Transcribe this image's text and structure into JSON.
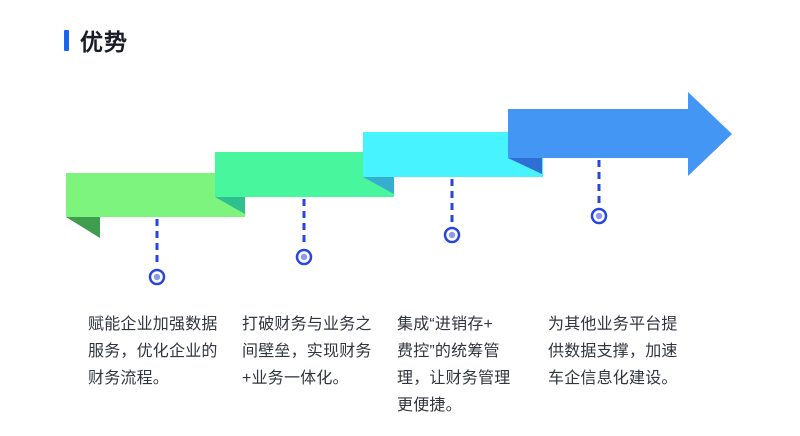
{
  "header": {
    "title": "优势"
  },
  "colors": {
    "accent_bar": "#1A64F5",
    "title_text": "#181C25",
    "body_text": "#30353E",
    "connector": "#2746DE",
    "marker_inner": "#8C9AE8",
    "marker_ring": "#2746DE",
    "ribbon1": "#7DF47E",
    "ribbon1_fold": "#3F9D4F",
    "ribbon2": "#47F69D",
    "ribbon2_fold": "#2EC18D",
    "ribbon3": "#46F3FF",
    "ribbon3_fold": "#36AECE",
    "ribbon4": "#4496F5",
    "ribbon4_fold": "#2D6FD3"
  },
  "steps": [
    {
      "description": "赋能企业加强数据\n服务，优化企业的\n财务流程。"
    },
    {
      "description": "打破财务与业务之\n间壁垒，实现财务\n+业务一体化。"
    },
    {
      "description": "集成“进销存+\n费控”的统筹管\n理，让财务管理\n更便捷。"
    },
    {
      "description": "为其他业务平台提\n供数据支撑，加速\n车企信息化建设。"
    }
  ]
}
